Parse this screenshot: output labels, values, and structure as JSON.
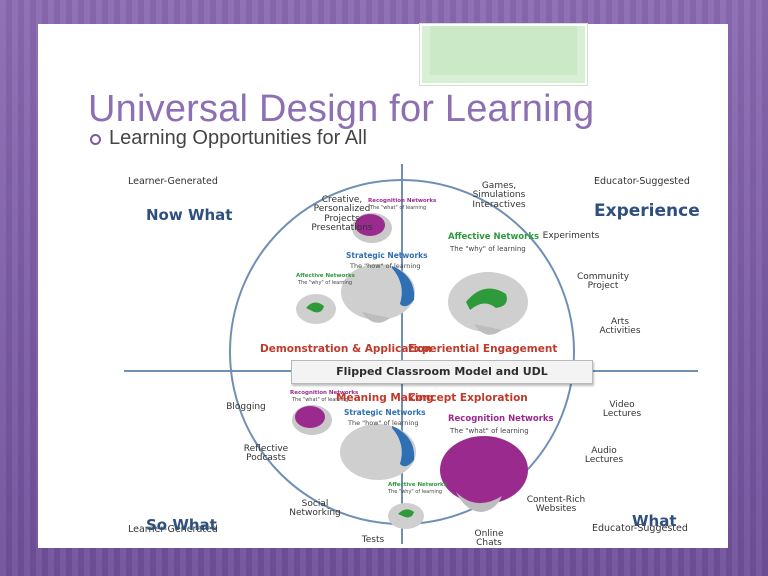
{
  "slide": {
    "title": "Universal Design for Learning",
    "bullet": "Learning Opportunities for All"
  },
  "diagram": {
    "corners": {
      "top_left": "Learner-Generated",
      "top_right": "Educator-Suggested",
      "bottom_left": "Learner-Generated",
      "bottom_right": "Educator-Suggested"
    },
    "quadrants": {
      "now_what": "Now What",
      "experience": "Experience",
      "so_what": "So What",
      "what": "What"
    },
    "center_band": "Flipped Classroom Model and UDL",
    "phases": {
      "demonstration": "Demonstration & Application",
      "experiential": "Experiential Engagement",
      "meaning": "Meaning Making",
      "concept": "Concept Exploration"
    },
    "activities": {
      "creative": "Creative,\nPersonalized\nProjects\nPresentations",
      "games": "Games,\nSimulations\nInteractives",
      "experiments": "Experiments",
      "community": "Community\nProject",
      "arts": "Arts\nActivities",
      "blogging": "Blogging",
      "podcasts": "Reflective\nPodcasts",
      "social": "Social\nNetworking",
      "tests": "Tests",
      "video": "Video\nLectures",
      "audio": "Audio\nLectures",
      "content": "Content-Rich\nWebsites",
      "chats": "Online\nChats"
    },
    "networks": {
      "tl_recognition": "Recognition Networks",
      "tl_recognition_sub": "The \"what\" of learning",
      "tl_strategic": "Strategic Networks",
      "tl_strategic_sub": "The \"how\" of learning",
      "tl_affective": "Affective Networks",
      "tl_affective_sub": "The \"why\" of learning",
      "tr_affective": "Affective Networks",
      "tr_affective_sub": "The \"why\" of learning",
      "bl_recognition": "Recognition Networks",
      "bl_recognition_sub": "The \"what\" of learning",
      "bl_strategic": "Strategic Networks",
      "bl_strategic_sub": "The \"how\" of learning",
      "bl_affective": "Affective Networks",
      "bl_affective_sub": "The \"why\" of learning",
      "br_recognition": "Recognition Networks",
      "br_recognition_sub": "The \"what\" of learning"
    },
    "colors": {
      "recognition": "#9b2a8e",
      "strategic": "#2f6fb3",
      "affective": "#2e9a3c",
      "brain_gray": "#c9c9c9",
      "phase_red": "#c0392b",
      "heading_blue": "#2f4f7f"
    }
  }
}
